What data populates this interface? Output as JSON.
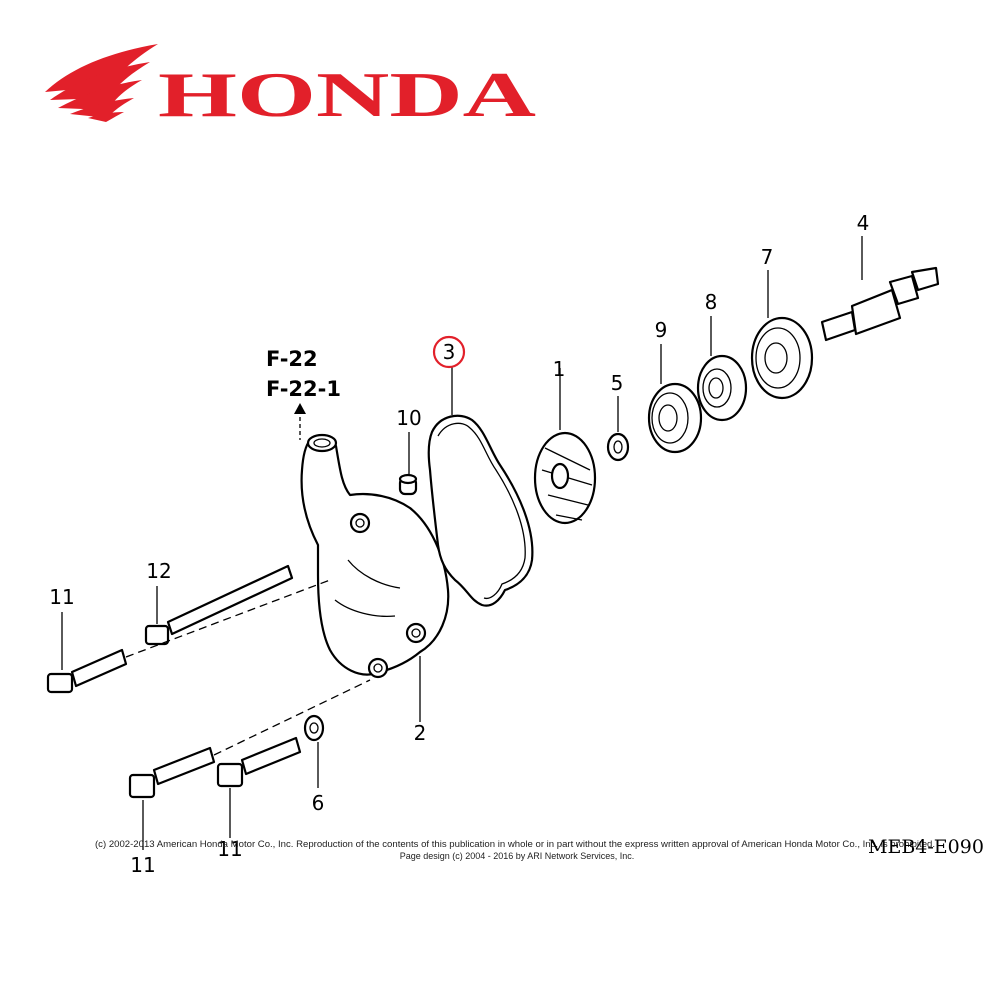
{
  "brand": {
    "name": "HONDA",
    "color": "#e2202a"
  },
  "reference": {
    "line1": "F-22",
    "line2": "F-22-1"
  },
  "callouts": [
    {
      "id": "c11a",
      "label": "11"
    },
    {
      "id": "c12",
      "label": "12"
    },
    {
      "id": "c10",
      "label": "10"
    },
    {
      "id": "c3",
      "label": "3",
      "highlighted": true,
      "highlight_color": "#e2202a"
    },
    {
      "id": "c1",
      "label": "1"
    },
    {
      "id": "c5",
      "label": "5"
    },
    {
      "id": "c9",
      "label": "9"
    },
    {
      "id": "c8",
      "label": "8"
    },
    {
      "id": "c7",
      "label": "7"
    },
    {
      "id": "c4",
      "label": "4"
    },
    {
      "id": "c2",
      "label": "2"
    },
    {
      "id": "c6",
      "label": "6"
    },
    {
      "id": "c11b",
      "label": "11"
    },
    {
      "id": "c11c",
      "label": "11"
    }
  ],
  "footer": {
    "copyright": "(c) 2002-2013 American Honda Motor Co., Inc. Reproduction of the contents of this publication in whole or in part without the express written approval of American Honda Motor Co., Inc. is prohibited.",
    "design": "Page design (c) 2004 - 2016 by ARI Network Services, Inc."
  },
  "diagram_code": "MEB4-E090"
}
